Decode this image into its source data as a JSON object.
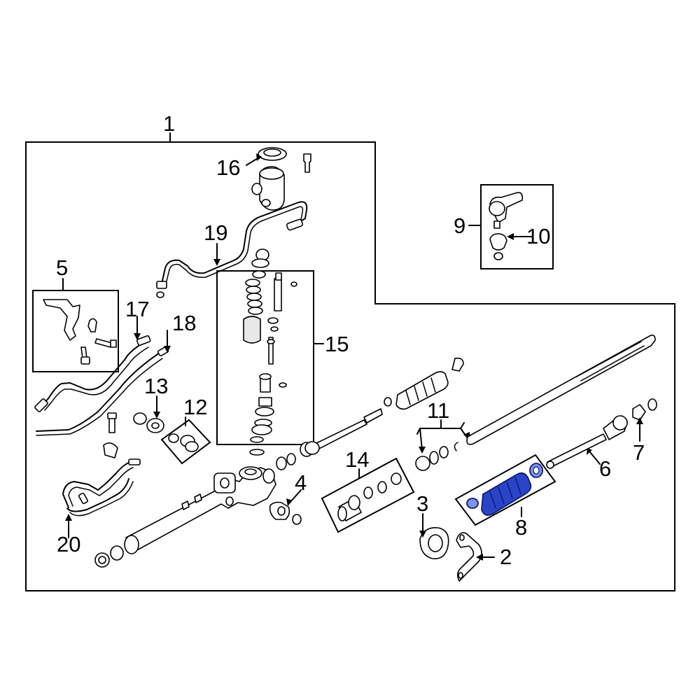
{
  "colors": {
    "line": "#000000",
    "background": "#ffffff",
    "highlight": "#2a44c8",
    "highlight_outline": "#0c1a70"
  },
  "callouts": {
    "c1": "1",
    "c2": "2",
    "c3": "3",
    "c4": "4",
    "c5": "5",
    "c6": "6",
    "c7": "7",
    "c8": "8",
    "c9": "9",
    "c10": "10",
    "c11": "11",
    "c12": "12",
    "c13": "13",
    "c14": "14",
    "c15": "15",
    "c16": "16",
    "c17": "17",
    "c18": "18",
    "c19": "19",
    "c20": "20"
  },
  "highlighted_part": "8"
}
